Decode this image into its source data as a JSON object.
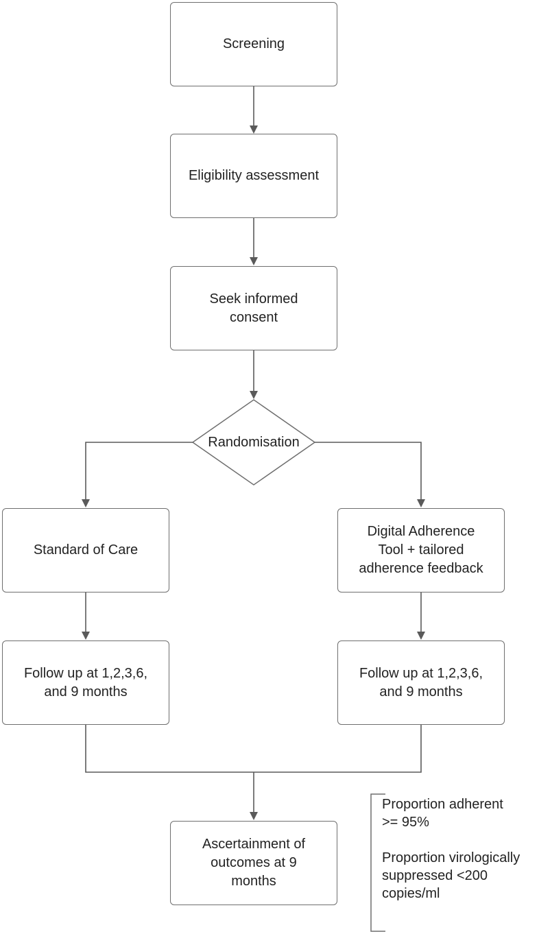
{
  "flowchart": {
    "screening": "Screening",
    "eligibility": "Eligibility assessment",
    "consent": "Seek informed\nconsent",
    "randomisation": "Randomisation",
    "arm_left": {
      "intervention": "Standard of Care",
      "followup": "Follow up at 1,2,3,6,\nand 9 months"
    },
    "arm_right": {
      "intervention": "Digital Adherence\nTool + tailored\nadherence feedback",
      "followup": "Follow up at 1,2,3,6,\nand 9 months"
    },
    "outcome": "Ascertainment of\noutcomes at 9\nmonths",
    "outcome_notes": {
      "primary": "Proportion adherent\n>= 95%",
      "secondary": "Proportion virologically\nsuppressed <200\ncopies/ml"
    }
  },
  "colors": {
    "stroke": "#6e6e6e",
    "connector": "#5a5a5a",
    "text": "#222222",
    "background": "#ffffff"
  }
}
